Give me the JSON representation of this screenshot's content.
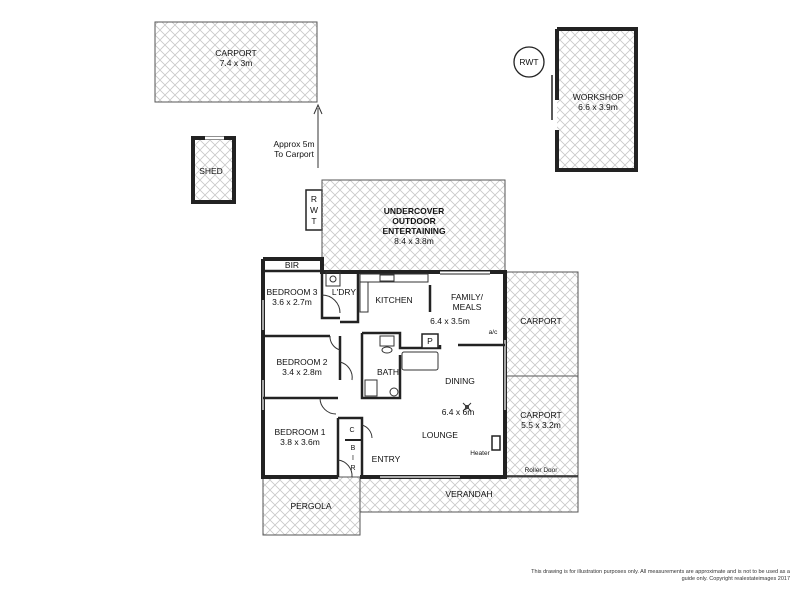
{
  "rooms": {
    "carport_top": {
      "name": "CARPORT",
      "size": "7.4 x 3m"
    },
    "workshop": {
      "name": "WORKSHOP",
      "size": "6.6 x 3.9m"
    },
    "rwt_circle": "RWT",
    "shed": "SHED",
    "approx": {
      "line1": "Approx 5m",
      "line2": "To Carport"
    },
    "rwt_tank": [
      "R",
      "W",
      "T"
    ],
    "undercover": {
      "line1": "UNDERCOVER",
      "line2": "OUTDOOR",
      "line3": "ENTERTAINING",
      "size": "8.4 x 3.8m"
    },
    "bir_top": "BIR",
    "bedroom3": {
      "name": "BEDROOM 3",
      "size": "3.6 x 2.7m"
    },
    "laundry": "L'DRY",
    "kitchen": "KITCHEN",
    "family": {
      "line1": "FAMILY/",
      "line2": "MEALS",
      "size": "6.4 x 3.5m"
    },
    "ac": "a/c",
    "carport_side": "CARPORT",
    "pantry": "P",
    "bedroom2": {
      "name": "BEDROOM 2",
      "size": "3.4 x 2.8m"
    },
    "bath": "BATH",
    "dining": "DINING",
    "dining_size": "6.4 x 6m",
    "carport_right": {
      "name": "CARPORT",
      "size": "5.5 x 3.2m"
    },
    "bedroom1": {
      "name": "BEDROOM 1",
      "size": "3.8 x 3.6m"
    },
    "cupboard": "C",
    "bir_side": [
      "B",
      "I",
      "R"
    ],
    "lounge": "LOUNGE",
    "heater": "Heater",
    "entry": "ENTRY",
    "roller_door": "Roller Door",
    "pergola": "PERGOLA",
    "verandah": "VERANDAH"
  },
  "disclaimer": {
    "line1": "This drawing is for illustration purposes only. All measurements are approximate and is not to be used as a",
    "line2": "guide only. Copyright realestateimages 2017"
  }
}
